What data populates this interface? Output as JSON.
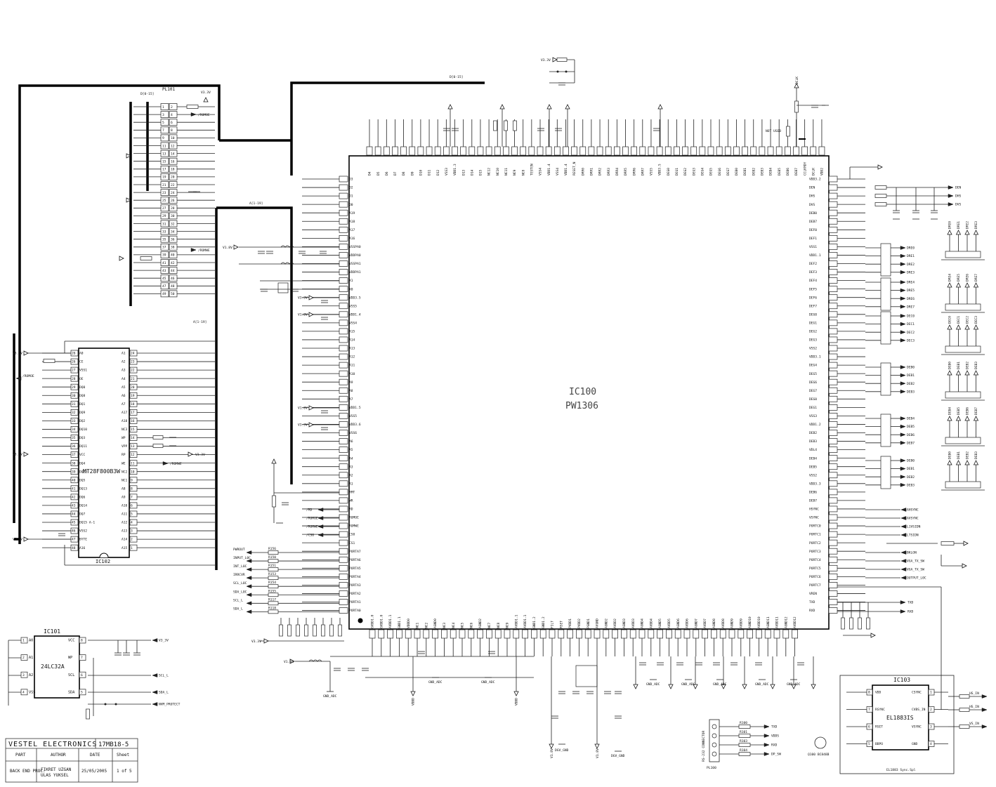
{
  "ic100": {
    "ref": "IC100",
    "part": "PW1306",
    "top_pins": [
      "D4",
      "D5",
      "D6",
      "D7",
      "D8",
      "D9",
      "D10",
      "D11",
      "D12",
      "VSS3",
      "VDD1.3",
      "D13",
      "D14",
      "D15",
      "NC12",
      "NC10",
      "NC11",
      "NC9",
      "NC8",
      "TESTEN",
      "VSS4",
      "VDD1.4",
      "VSS4",
      "VDD1.4",
      "RESET_N",
      "DRR0",
      "DRR1",
      "DRR2",
      "DRR3",
      "DRR4",
      "DRR5",
      "DRR6",
      "DRR7",
      "VSS5",
      "VDD3.5",
      "DEG0",
      "DEG1",
      "DEG2",
      "DEG3",
      "DEG4",
      "DEG5",
      "DEG6",
      "DEG7",
      "DEB0",
      "DEB1",
      "DEB2",
      "DEB3",
      "DEB4",
      "DEB5",
      "DEB6",
      "DEB7",
      "CCLKRDY",
      "DCLK",
      "VDD2"
    ],
    "left_pins": [
      "D3",
      "D2",
      "D1",
      "D0",
      "A19",
      "A18",
      "A17",
      "A16",
      "VSSPA0",
      "VDDPA0",
      "VSSPA1",
      "VDDPA1",
      "X1",
      "X0",
      "VDD3.5",
      "VSS5",
      "VDD1.4",
      "VSS4",
      "A15",
      "A14",
      "A13",
      "A12",
      "A11",
      "A10",
      "A9",
      "A8",
      "A7",
      "VDD1.5",
      "VSS5",
      "VDD3.6",
      "VSS6",
      "A6",
      "A5",
      "A4",
      "A3",
      "A2",
      "A1",
      "RMT",
      "WR",
      "RD",
      "ROMOE",
      "ROMWE",
      "CS0",
      "CS1",
      "PORTA7",
      "PORTA6",
      "PORTA5",
      "PORTA4",
      "PORTA3",
      "PORTA2",
      "PORTA1",
      "PORTA0"
    ],
    "right_pins": [
      "VDD3.2",
      "DEN",
      "DHS",
      "DVS",
      "DEB0",
      "DEB7",
      "DEF0",
      "DEF1",
      "VSS1",
      "VDD1.1",
      "DEF2",
      "DEF3",
      "DEF4",
      "DEF5",
      "DEF6",
      "DEF7",
      "DEG0",
      "DEG1",
      "DEG2",
      "DEG3",
      "VSS2",
      "VDD3.1",
      "DEG4",
      "DEG5",
      "DEG6",
      "DEG7",
      "DEG0",
      "DEG1",
      "VSS3",
      "VDD1.2",
      "DEB2",
      "DEB3",
      "VDL4",
      "DEB4",
      "DEB5",
      "VSS2",
      "VDD3.3",
      "DEB6",
      "DEB7",
      "HSYNC",
      "VSYNC",
      "PORTC0",
      "PORTC1",
      "PORTC2",
      "PORTC3",
      "PORTC4",
      "PORTC5",
      "PORTC6",
      "PORTC7",
      "VREN",
      "TXD",
      "RXD"
    ],
    "bottom_pins": [
      "GVDD1.0",
      "GVDD1.0",
      "AVDD1.1",
      "GND1.1",
      "VDDD0",
      "NC1",
      "NC2",
      "AGND0",
      "NC3",
      "NC4",
      "NC5",
      "NC6",
      "AGND2",
      "NC7",
      "NC8",
      "NC9",
      "AVDD1.1",
      "AVDD1.1",
      "GND1.2",
      "GND1.2",
      "FILT",
      "RSET",
      "PVDD1",
      "PVDD2",
      "PGND1",
      "AVGND",
      "AGND2",
      "AVDD2",
      "AGND3",
      "AVDD3",
      "AGND4",
      "AVDD4",
      "AGND5",
      "AVDD5",
      "AGND6",
      "AVDD6",
      "AGND7",
      "AVDD7",
      "AGND8",
      "AVDD8",
      "AGND9",
      "AVDD9",
      "AGND10",
      "AVDD10",
      "AGND11",
      "AVDD11",
      "AGND12",
      "AVDD12"
    ]
  },
  "ic102": {
    "ref": "IC102",
    "part": "MT28F800B3W",
    "left_pins": [
      "A0",
      "CE",
      "VSS1",
      "OE",
      "DQ0",
      "DQ8",
      "DQ1",
      "DQ9",
      "DQ2",
      "DQ10",
      "DQ3",
      "DQ11",
      "VCC",
      "DQ4",
      "DQ12",
      "DQ5",
      "DQ13",
      "DQ6",
      "DQ14",
      "DQ7",
      "DQ15 A-1",
      "VSS2",
      "BYTE",
      "A16"
    ],
    "left_nums": [
      "26",
      "26",
      "27",
      "28",
      "29",
      "30",
      "31",
      "32",
      "33",
      "34",
      "35",
      "36",
      "37",
      "38",
      "39",
      "40",
      "41",
      "42",
      "43",
      "44",
      "45",
      "46",
      "47",
      "48"
    ],
    "right_pins": [
      "A1",
      "A2",
      "A3",
      "A4",
      "A5",
      "A6",
      "A7",
      "A17",
      "A18",
      "NC3",
      "WP",
      "VPP",
      "RP",
      "WE",
      "NC2",
      "NC1",
      "A8",
      "A9",
      "A10",
      "A11",
      "A12",
      "A13",
      "A14",
      "A15"
    ],
    "right_nums": [
      "24",
      "23",
      "22",
      "21",
      "20",
      "19",
      "18",
      "17",
      "16",
      "15",
      "14",
      "13",
      "12",
      "11",
      "10",
      "9",
      "8",
      "7",
      "6",
      "5",
      "4",
      "3",
      "2",
      "1"
    ]
  },
  "ic101": {
    "ref": "IC101",
    "part": "24LC32A",
    "left_pins": [
      "A0",
      "A1",
      "A2",
      "VSS"
    ],
    "right_pins": [
      "VCC",
      "WP",
      "SCL",
      "SDA"
    ],
    "left_nums": [
      "1",
      "2",
      "3",
      "4"
    ],
    "right_nums": [
      "8",
      "7",
      "6",
      "5"
    ],
    "nets": [
      "V3_3V",
      "SCL_L",
      "SDA_L",
      "NVM_PROTECT"
    ]
  },
  "ic103": {
    "ref": "IC103",
    "part": "EL1883IS",
    "left_pins": [
      "VDD",
      "RSYNC",
      "RSET",
      "BBPO"
    ],
    "right_pins": [
      "CSYNC",
      "CVBS_IN",
      "VSYNC",
      "GND"
    ],
    "left_nums": [
      "8",
      "7",
      "6",
      "5"
    ],
    "right_nums": [
      "1",
      "2",
      "3",
      "4"
    ],
    "nets": [
      "HS_IN",
      "HS_IN",
      "VS_IN"
    ],
    "note": "EL1883 Sync.Spl",
    "transistor": "Q100 BC848B"
  },
  "pl101": {
    "ref": "PL101",
    "pins": [
      "1",
      "2",
      "3",
      "4",
      "5",
      "6",
      "7",
      "8",
      "9",
      "10",
      "11",
      "12",
      "13",
      "14",
      "15",
      "16",
      "17",
      "18",
      "19",
      "20",
      "21",
      "22",
      "23",
      "24",
      "25",
      "26",
      "27",
      "28",
      "29",
      "30",
      "31",
      "32",
      "33",
      "34",
      "35",
      "36",
      "37",
      "38",
      "39",
      "40",
      "41",
      "42",
      "43",
      "44",
      "45",
      "46",
      "47",
      "48",
      "49",
      "50"
    ]
  },
  "pl100": {
    "ref": "PL100",
    "label": "RS-232 CONNECTOR",
    "nets": [
      "TXD",
      "VDDS",
      "RXD",
      "DP_SW"
    ],
    "resistors": [
      "R100",
      "R101",
      "R103",
      "R104"
    ]
  },
  "nets": {
    "reset_right": [
      "DEN",
      "DHS",
      "DVS"
    ],
    "dre": [
      "DRE0",
      "DRE1",
      "DRE2",
      "DRE3",
      "DRE4",
      "DRE5",
      "DRE6",
      "DRE7"
    ],
    "dre_b": [
      "DRE4",
      "DRE5",
      "DRE6",
      "DRE7"
    ],
    "dec": [
      "DEC0",
      "DEC1",
      "DEC2",
      "DEC3"
    ],
    "deb": [
      "DEB0",
      "DEB1",
      "DEB2",
      "DEB3"
    ],
    "debb": [
      "DEB4",
      "DEB5",
      "DEB6",
      "DEB7"
    ],
    "sync": [
      "AHSYNC",
      "AVSYNC",
      "L1VSIDN",
      "LTSIDN",
      "BKLON",
      "VGA_TX_SW",
      "VGA_TX_SW",
      "OUTPUT_L0C"
    ],
    "right_io": [
      "TXD",
      "RXD"
    ],
    "porta_left": [
      "PWROUT",
      "INPUT_L0C",
      "INT_L0C",
      "IRRCVR",
      "SCL_L0C",
      "SDA_L0C",
      "SCL_L",
      "SDA_L"
    ],
    "porta_res": [
      "R156",
      "R150",
      "R151",
      "R153",
      "R154",
      "R155",
      "R117",
      "R118"
    ],
    "ctrl_left": [
      "/RD",
      "/ROMOE",
      "/ROMWE",
      "/CS0"
    ],
    "power": "V3.3V",
    "ground": [
      "GND_ADC",
      "GND_ADC",
      "GND_ADC",
      "DGV_GND",
      "VDDD",
      "VDDD",
      "VDDA",
      "VDDA"
    ]
  },
  "bus": {
    "top": "D[0-15]",
    "mid": "A[1-19]",
    "left": "A[1-19]",
    "dbus": "D[0-15]"
  },
  "title_block": {
    "company": "VESTEL  ELECTRONICS",
    "doc": "17MB18-5",
    "part_h": "PART",
    "author_h": "AUTHOR",
    "date_h": "DATE",
    "sheet_h": "Sheet",
    "part": "BACK END PROC.",
    "author1": "FIKRET UZGAN",
    "author2": "ULAS YUKSEL",
    "date": "25/05/2005",
    "sheet": "1 of 5"
  }
}
